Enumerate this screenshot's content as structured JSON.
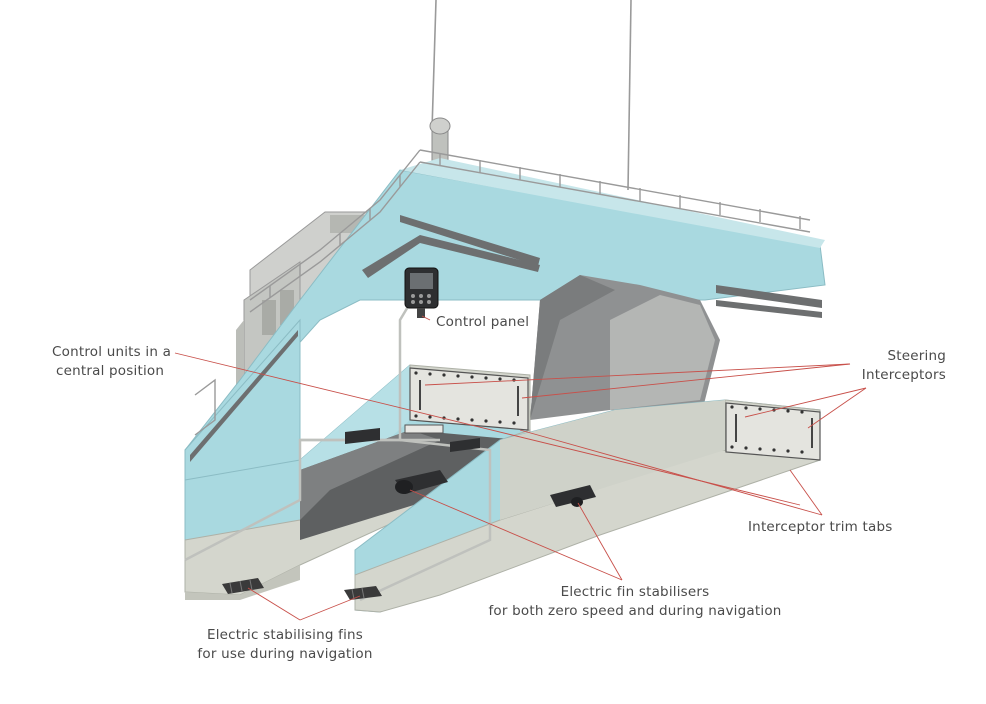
{
  "colors": {
    "hull_blue": "#a9d9e0",
    "hull_blue_dark": "#8ec6cf",
    "bottom_grey": "#d4d6cd",
    "bottom_grey_dark": "#b9bcb2",
    "structure_grey": "#cfd0cd",
    "leader_line": "#c8504a",
    "equipment_dark": "#3a3a3a"
  },
  "labels": {
    "control_panel": "Control panel",
    "control_units": [
      "Control units in a",
      "central position"
    ],
    "steering_interceptors": [
      "Steering",
      "Interceptors"
    ],
    "interceptor_trim_tabs": "Interceptor trim tabs",
    "fin_stabilisers": [
      "Electric fin stabilisers",
      "for both zero speed and during navigation"
    ],
    "stabilising_fins": [
      "Electric stabilising fins",
      "for use during navigation"
    ]
  }
}
